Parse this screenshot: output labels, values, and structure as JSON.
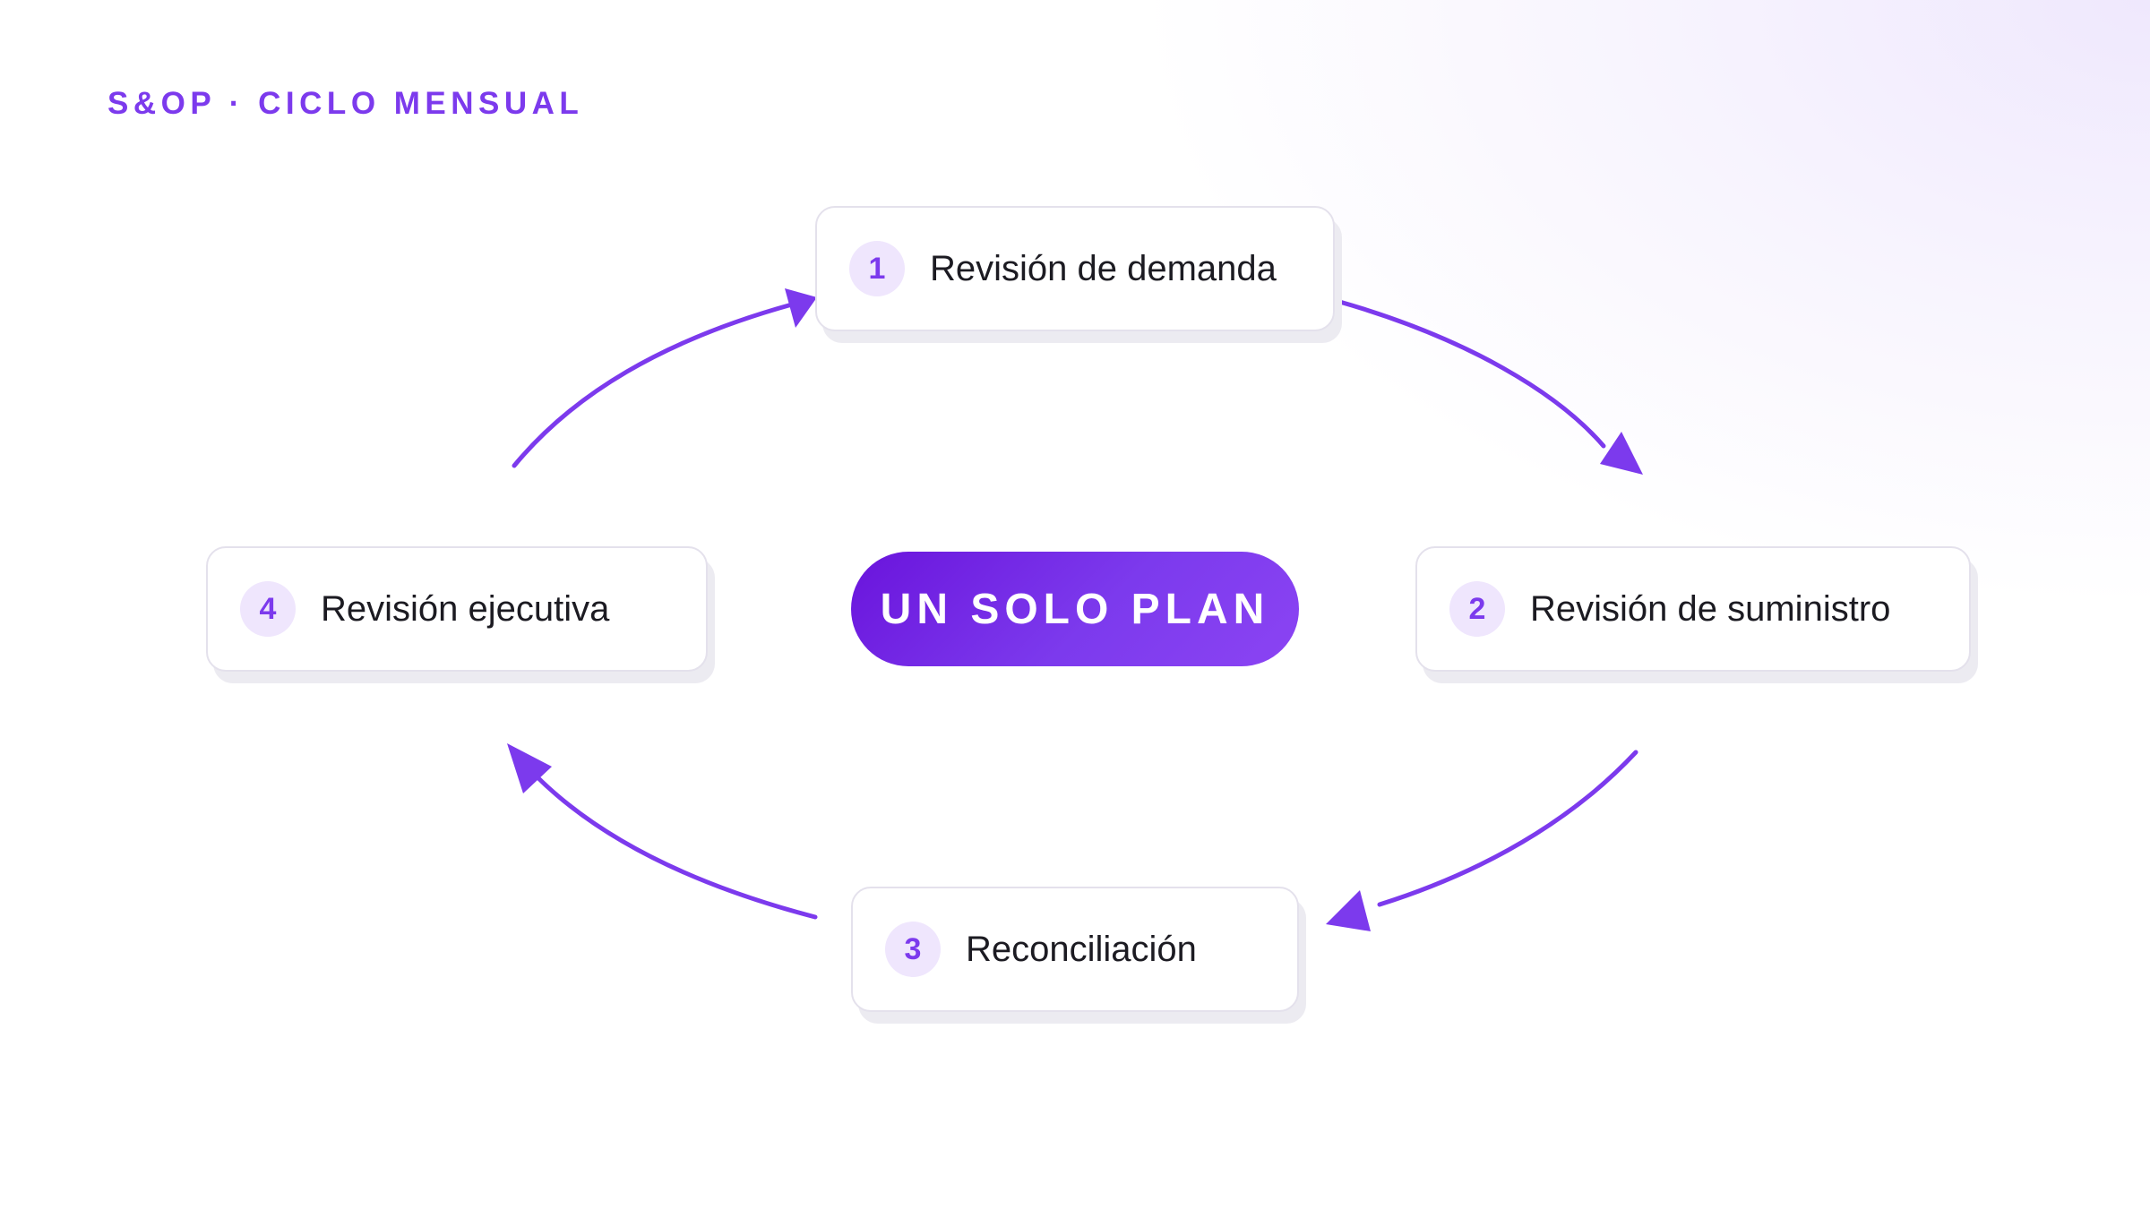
{
  "header": {
    "eyebrow": "S&OP · CICLO MENSUAL"
  },
  "center": {
    "label": "UN SOLO PLAN"
  },
  "steps": [
    {
      "number": "1",
      "label": "Revisión de demanda"
    },
    {
      "number": "2",
      "label": "Revisión de suministro"
    },
    {
      "number": "3",
      "label": "Reconciliación"
    },
    {
      "number": "4",
      "label": "Revisión ejecutiva"
    }
  ],
  "colors": {
    "accent": "#7c3aed",
    "badge_bg": "#efe6fd",
    "text": "#1c1b22"
  }
}
